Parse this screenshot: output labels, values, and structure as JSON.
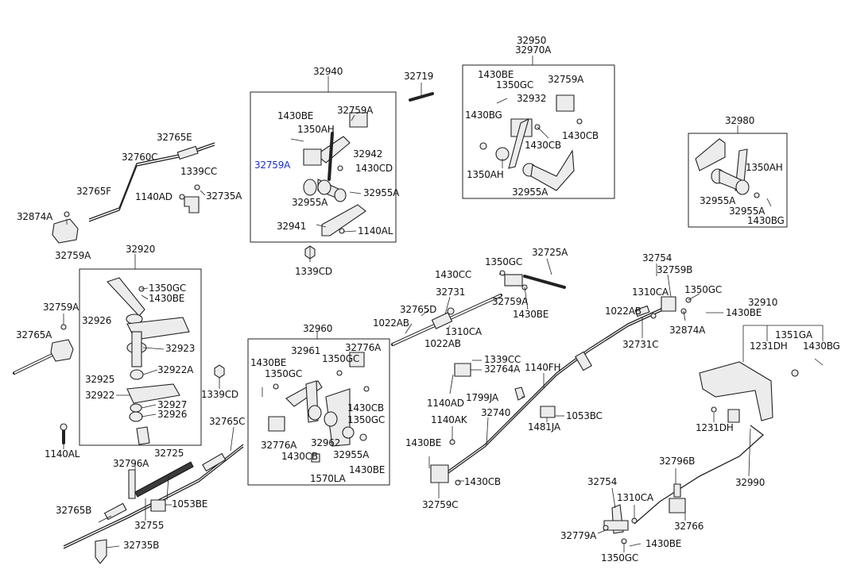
{
  "labels": {
    "l32950": "32950",
    "l32970A": "32970A",
    "l32940": "32940",
    "l32719": "32719",
    "l1430BE_a": "1430BE",
    "l32759A_a": "32759A",
    "l1350AH_a": "1350AH",
    "l32759A_b": "32759A",
    "l32942": "32942",
    "l1430CD_a": "1430CD",
    "l32955A_a": "32955A",
    "l32955A_b": "32955A",
    "l32941": "32941",
    "l1140AL_a": "1140AL",
    "l1339CD_a": "1339CD",
    "l1430BE_b": "1430BE",
    "l1350GC_a": "1350GC",
    "l32759A_c": "32759A",
    "l32932": "32932",
    "l1430BG_a": "1430BG",
    "l1430CB_a": "1430CB",
    "l1430CB_b": "1430CB",
    "l1350AH_b": "1350AH",
    "l32955A_c": "32955A",
    "l32980": "32980",
    "l1350AH_c": "1350AH",
    "l32955A_d": "32955A",
    "l32955A_e": "32955A",
    "l1430BG_b": "1430BG",
    "l32765E": "32765E",
    "l32760C": "32760C",
    "l1339CC_a": "1339CC",
    "l32765F": "32765F",
    "l1140AD_a": "1140AD",
    "l32735A": "32735A",
    "l32874A_a": "32874A",
    "l32759A_d": "32759A",
    "l32920": "32920",
    "l1350GC_b": "1350GC",
    "l1430BE_c": "1430BE",
    "l32759A_e": "32759A",
    "l32926_a": "32926",
    "l32765A": "32765A",
    "l32923": "32923",
    "l32925": "32925",
    "l32922A": "32922A",
    "l32922": "32922",
    "l32927": "32927",
    "l32926_b": "32926",
    "l1339CD_b": "1339CD",
    "l1140AL_b": "1140AL",
    "l32960": "32960",
    "l32961": "32961",
    "l32776A_a": "32776A",
    "l1430BE_d": "1430BE",
    "l1350GC_c": "1350GC",
    "l1350GC_d": "1350GC",
    "l1430CB_c": "1430CB",
    "l1350GC_e": "1350GC",
    "l32776A_b": "32776A",
    "l32962": "32962",
    "l1430CB_d": "1430CB",
    "l32955A_f": "32955A",
    "l1430BE_e": "1430BE",
    "l1570LA": "1570LA",
    "l32765C": "32765C",
    "l32796A": "32796A",
    "l32725": "32725",
    "l32765B": "32765B",
    "l1053BE": "1053BE",
    "l32755": "32755",
    "l32735B": "32735B",
    "l1022AB_a": "1022AB",
    "l32765D": "32765D",
    "l32731_a": "32731",
    "l1310CA_a": "1310CA",
    "l1022AB_b": "1022AB",
    "l1430CC": "1430CC",
    "l1350GC_f": "1350GC",
    "l32725A": "32725A",
    "l32759A_f": "32759A",
    "l1430BE_f": "1430BE",
    "l32754_a": "32754",
    "l32759B": "32759B",
    "l1310CA_b": "1310CA",
    "l1350GC_g": "1350GC",
    "l1022AB_c": "1022AB",
    "l1430BE_g": "1430BE",
    "l32731C": "32731C",
    "l32874A_b": "32874A",
    "l1339CC_b": "1339CC",
    "l32764A": "32764A",
    "l1140FH": "1140FH",
    "l1140AD_b": "1140AD",
    "l1799JA": "1799JA",
    "l32740": "32740",
    "l1053BC": "1053BC",
    "l1481JA": "1481JA",
    "l1140AK": "1140AK",
    "l1430BE_h": "1430BE",
    "l1430CB_e": "1430CB",
    "l32759C": "32759C",
    "l32910": "32910",
    "l1351GA": "1351GA",
    "l1231DH_a": "1231DH",
    "l1430BG_c": "1430BG",
    "l1231DH_b": "1231DH",
    "l32990": "32990",
    "l32796B": "32796B",
    "l32754_b": "32754",
    "l1310CA_c": "1310CA",
    "l32766": "32766",
    "l32779A": "32779A",
    "l1430BE_i": "1430BE",
    "l1350GC_h": "1350GC"
  }
}
